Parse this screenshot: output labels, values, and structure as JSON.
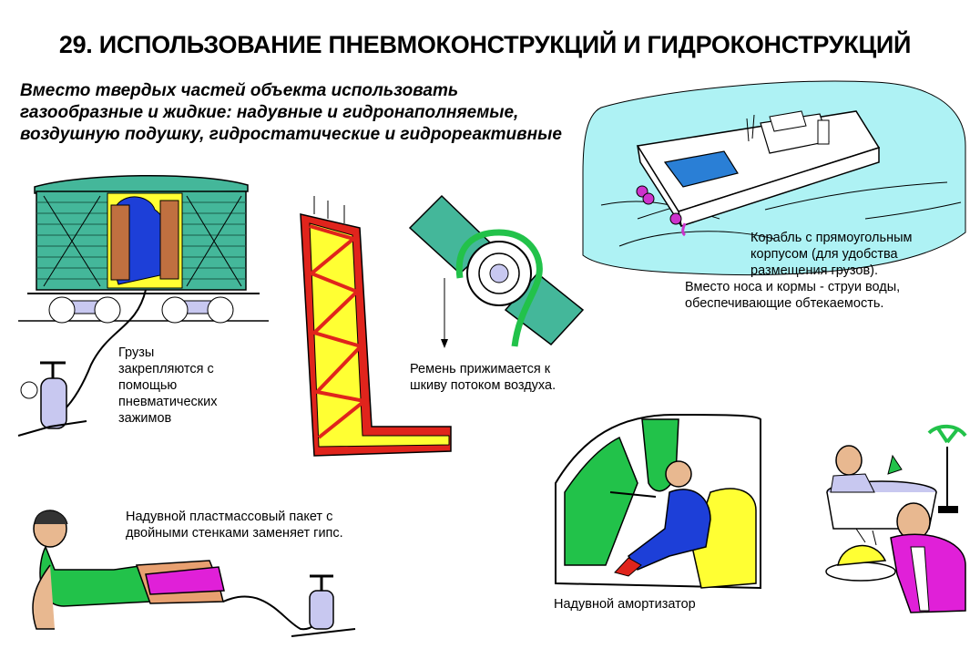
{
  "title": "29. ИСПОЛЬЗОВАНИЕ ПНЕВМОКОНСТРУКЦИЙ И ГИДРОКОНСТРУКЦИЙ",
  "intro": [
    "Вместо твердых частей объекта использовать",
    "газообразные и жидкие: надувные и гидронаполняемые,",
    "воздушную подушку, гидростатические и гидрореактивные"
  ],
  "captions": {
    "wagon": [
      "Грузы",
      "закрепляются с",
      "помощью",
      "пневматических",
      "зажимов"
    ],
    "belt": [
      "Ремень прижимается к",
      "шкиву потоком воздуха."
    ],
    "ship": [
      "Корабль с прямоугольным",
      "корпусом (для удобства",
      "размещения грузов).",
      "Вместо носа и кормы - струи воды,",
      "обеспечивающие обтекаемость."
    ],
    "cast": [
      "Надувной пластмассовый пакет с",
      "двойными стенками заменяет гипс."
    ],
    "car": [
      "Надувной амортизатор"
    ]
  },
  "colors": {
    "wagon": "#44b79a",
    "water": "#aef2f4",
    "blue": "#1d3fd8",
    "yellow": "#ffff33",
    "red": "#e0241c",
    "green": "#22c24a",
    "magenta": "#e020d8",
    "lavender": "#c8c8f0"
  }
}
